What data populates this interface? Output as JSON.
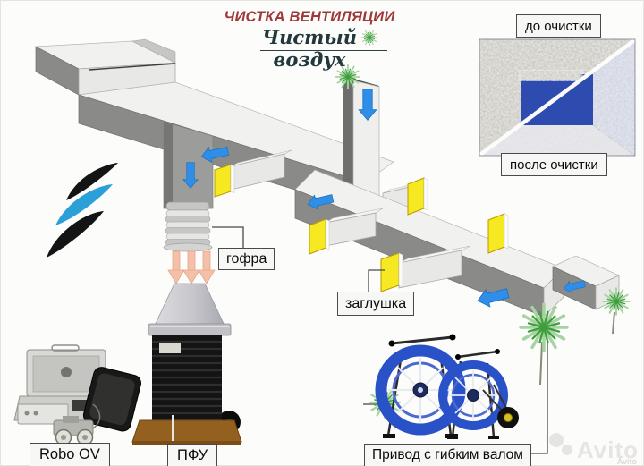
{
  "header": {
    "title": "ЧИСТКА ВЕНТИЛЯЦИИ",
    "subtitle": "Чистый воздух"
  },
  "photo_panel": {
    "before_label": "до очистки",
    "after_label": "после очистки"
  },
  "callouts": {
    "hose": "гофра",
    "plug": "заглушка",
    "robot_kit": "Robo OV",
    "filter_unit": "ПФУ",
    "drive": "Привод с гибким валом"
  },
  "watermark": {
    "brand": "Avito",
    "brand_small": "Avito"
  },
  "icons": [
    {
      "name": "air-wave-logo",
      "meaning": "stylized clean air waves"
    },
    {
      "name": "brush-icon",
      "meaning": "rotary duct cleaning brush"
    },
    {
      "name": "airflow-arrow",
      "meaning": "air suction direction inside duct"
    },
    {
      "name": "suction-arrow",
      "meaning": "debris drawn down into filter unit"
    }
  ],
  "colors": {
    "title-red": "#9e3838",
    "script-ink": "#23383d",
    "arrow-blue": "#2f8fe8",
    "plug-yellow": "#f6e821",
    "brush-green": "#3e9e3e",
    "brush-green-light": "#a6d4a0",
    "duct-top": "#f1f1ef",
    "duct-side": "#8a8a88",
    "suction-pink": "#f4c0a8",
    "reel-blue": "#2a52c8",
    "photo-blue": "#2e4cb0"
  }
}
